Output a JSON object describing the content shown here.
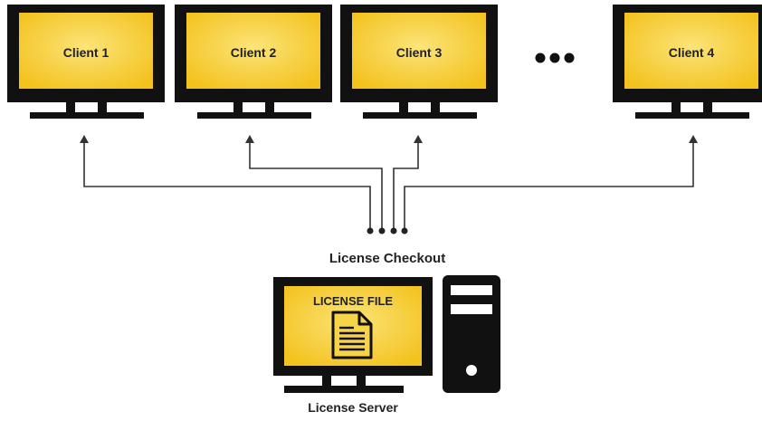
{
  "clients": [
    {
      "label": "Client 1"
    },
    {
      "label": "Client 2"
    },
    {
      "label": "Client 3"
    },
    {
      "label": "Client 4"
    }
  ],
  "ellipsis_icon": "more-dots-icon",
  "checkout_label": "License Checkout",
  "server": {
    "file_label": "LICENSE FILE",
    "label": "License Server",
    "file_icon": "document-icon",
    "tower_icon": "computer-tower-icon"
  },
  "colors": {
    "screen_yellow": "#f6cc2c",
    "screen_yellow_light": "#fbe479",
    "frame": "#111111",
    "line": "#333333"
  }
}
